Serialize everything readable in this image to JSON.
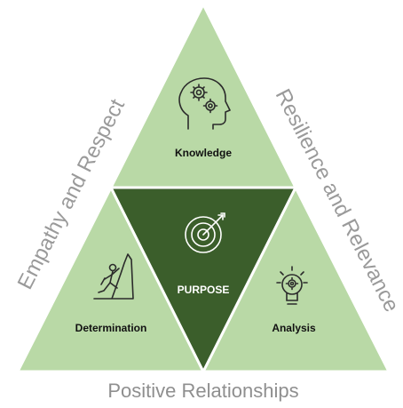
{
  "colors": {
    "light_green": "#b9d9a6",
    "dark_green": "#3b5e2b",
    "outline": "#ffffff",
    "icon_dark": "#2b2b2b",
    "side_text": "#9a9a9a"
  },
  "triangle": {
    "top_label": "Knowledge",
    "left_label": "Determination",
    "right_label": "Analysis",
    "center_label": "PURPOSE"
  },
  "sides": {
    "left": "Empathy and Respect",
    "right": "Resilience and Relevance",
    "bottom": "Positive Relationships"
  },
  "icons": {
    "top": "head-gears-icon",
    "left": "climber-icon",
    "right": "lightbulb-gear-icon",
    "center": "target-arrow-icon"
  }
}
